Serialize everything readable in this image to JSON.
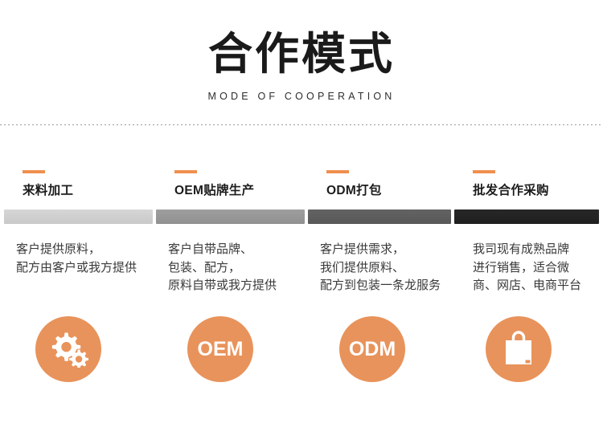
{
  "header": {
    "title_cn": "合作模式",
    "title_en": "MODE OF COOPERATION"
  },
  "colors": {
    "accent_orange": "#e8935b",
    "dash_orange": "#ef8f4f",
    "bar_1": "#d0d0d0",
    "bar_2": "#9a9a9a",
    "bar_3": "#5e5e5e",
    "bar_4": "#232323",
    "heading_text": "#1c1c1c",
    "body_text": "#3a3a3a"
  },
  "columns": [
    {
      "heading": "来料加工",
      "body": "客户提供原料，\n配方由客户或我方提供",
      "icon": "gears-icon",
      "icon_label": ""
    },
    {
      "heading": "OEM贴牌生产",
      "body": "客户自带品牌、\n包装、配方，\n原料自带或我方提供",
      "icon": "oem-text-icon",
      "icon_label": "OEM"
    },
    {
      "heading": "ODM打包",
      "body": "客户提供需求，\n我们提供原料、\n配方到包装一条龙服务",
      "icon": "odm-text-icon",
      "icon_label": "ODM"
    },
    {
      "heading": "批发合作采购",
      "body": "我司现有成熟品牌\n进行销售，适合微\n商、网店、电商平台",
      "icon": "shopping-bag-icon",
      "icon_label": ""
    }
  ]
}
